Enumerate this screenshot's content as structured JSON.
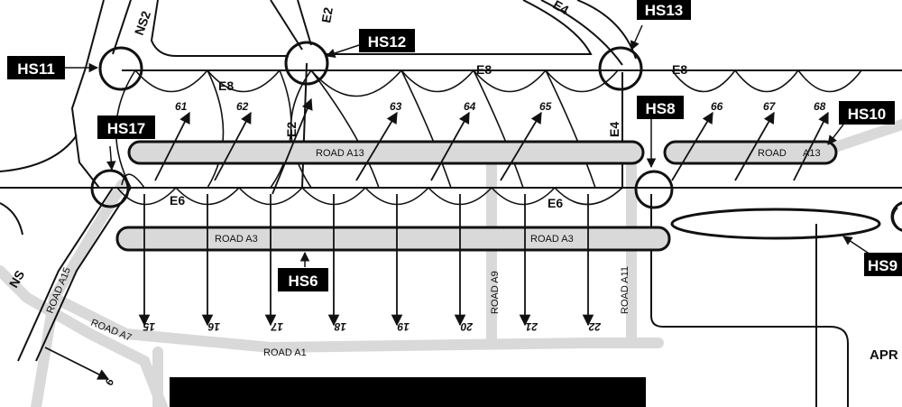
{
  "hotspots": [
    {
      "id": "HS11"
    },
    {
      "id": "HS12"
    },
    {
      "id": "HS13"
    },
    {
      "id": "HS17"
    },
    {
      "id": "HS8"
    },
    {
      "id": "HS10"
    },
    {
      "id": "HS6"
    },
    {
      "id": "HS9"
    }
  ],
  "taxiways": {
    "ns2": "NS2",
    "ns": "NS",
    "e2_top": "E2",
    "e4_top": "E4",
    "e8_left": "E8",
    "e8_mid": "E8",
    "e8_right": "E8",
    "e2_vertical": "E2",
    "e4_vertical": "E4",
    "e6_left": "E6",
    "e6_right": "E6"
  },
  "roads": {
    "a13_left": "ROAD A13",
    "a13_right_a": "ROAD",
    "a13_right_b": "A13",
    "a3_left": "ROAD A3",
    "a3_right": "ROAD A3",
    "a15": "ROAD A15",
    "a7": "ROAD A7",
    "a1": "ROAD A1",
    "a9": "ROAD A9",
    "a11": "ROAD A11"
  },
  "stands_upper": [
    "61",
    "62",
    "63",
    "64",
    "65",
    "66",
    "67",
    "68"
  ],
  "stands_lower": [
    "15",
    "16",
    "17",
    "18",
    "19",
    "20",
    "21",
    "22"
  ],
  "stand_6": "6",
  "apron_label": "APR"
}
